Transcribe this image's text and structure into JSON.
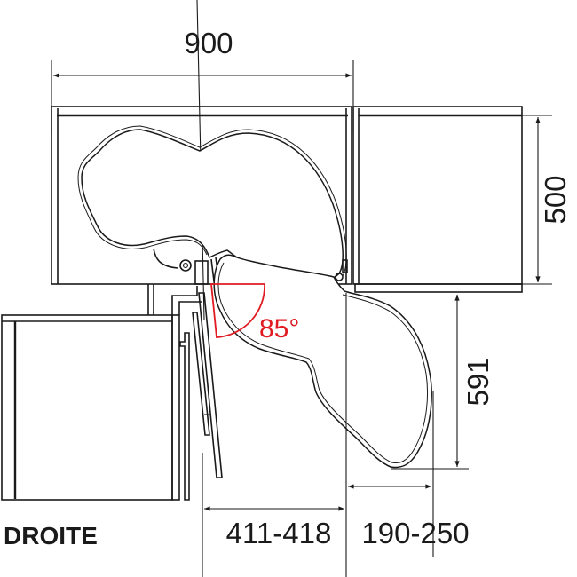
{
  "diagram": {
    "type": "corner cabinet pull-out technical drawing",
    "variant_label": "DROITE",
    "dimensions": {
      "cabinet_width": "900",
      "blind_depth": "500",
      "tray_projection": "591",
      "opening_width": "411-418",
      "offset": "190-250"
    },
    "angle": {
      "value": "85°",
      "color": "#e01b22"
    },
    "colors": {
      "line": "#1a1a1a",
      "background": "#ffffff",
      "accent": "#e01b22"
    }
  }
}
